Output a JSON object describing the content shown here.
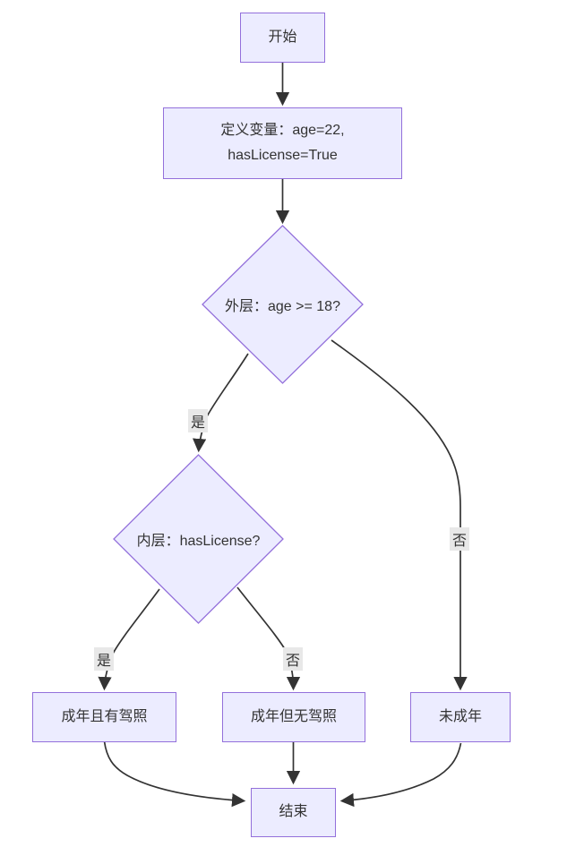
{
  "diagram": {
    "type": "flowchart",
    "direction": "top-to-bottom"
  },
  "colors": {
    "node_fill": "#ECECFF",
    "node_border": "#9370DB",
    "edge_color": "#333333",
    "edge_label_bg": "#e8e8e8",
    "text_color": "#333333"
  },
  "nodes": {
    "start": {
      "shape": "rectangle",
      "label": "开始"
    },
    "define": {
      "shape": "rectangle",
      "label_line1": "定义变量：age=22,",
      "label_line2": "hasLicense=True"
    },
    "outer_decision": {
      "shape": "diamond",
      "label": "外层：age >= 18?"
    },
    "inner_decision": {
      "shape": "diamond",
      "label": "内层：hasLicense?"
    },
    "adult_with_license": {
      "shape": "rectangle",
      "label": "成年且有驾照"
    },
    "adult_without_license": {
      "shape": "rectangle",
      "label": "成年但无驾照"
    },
    "minor": {
      "shape": "rectangle",
      "label": "未成年"
    },
    "end": {
      "shape": "rectangle",
      "label": "结束"
    }
  },
  "edge_labels": {
    "outer_yes": "是",
    "outer_no": "否",
    "inner_yes": "是",
    "inner_no": "否"
  },
  "edges": [
    {
      "from": "开始",
      "to": "定义变量：age=22, hasLicense=True",
      "label": ""
    },
    {
      "from": "定义变量：age=22, hasLicense=True",
      "to": "外层：age >= 18?",
      "label": ""
    },
    {
      "from": "外层：age >= 18?",
      "to": "内层：hasLicense?",
      "label": "是"
    },
    {
      "from": "外层：age >= 18?",
      "to": "未成年",
      "label": "否"
    },
    {
      "from": "内层：hasLicense?",
      "to": "成年且有驾照",
      "label": "是"
    },
    {
      "from": "内层：hasLicense?",
      "to": "成年但无驾照",
      "label": "否"
    },
    {
      "from": "成年且有驾照",
      "to": "结束",
      "label": ""
    },
    {
      "from": "成年但无驾照",
      "to": "结束",
      "label": ""
    },
    {
      "from": "未成年",
      "to": "结束",
      "label": ""
    }
  ]
}
